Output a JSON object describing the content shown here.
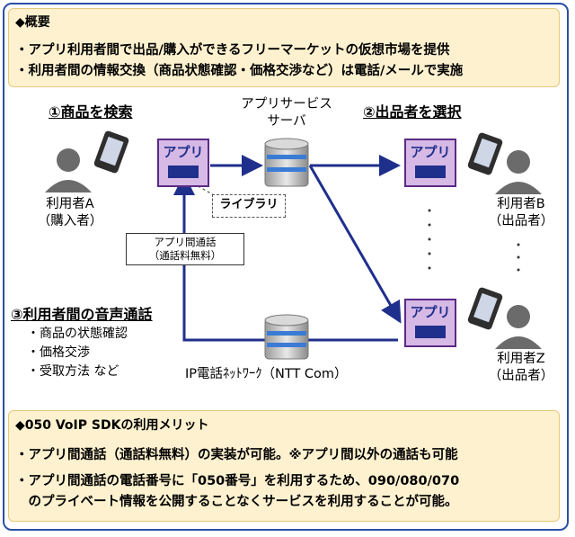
{
  "overview": {
    "title": "◆概要",
    "lines": [
      "・アプリ利用者間で出品/購入ができるフリーマーケットの仮想市場を提供",
      "・利用者間の情報交換（商品状態確認・価格交渉など）は電話/メールで実施"
    ]
  },
  "diagram": {
    "step1": "①商品を検索",
    "step2": "②出品者を選択",
    "step3": "③利用者間の音声通話",
    "server_label": [
      "アプリサービス",
      "サーバ"
    ],
    "app_label": "アプリ",
    "library_label": "ライブラリ",
    "call_note": [
      "アプリ間通話",
      "（通話料無料）"
    ],
    "userA": [
      "利用者A",
      "（購入者）"
    ],
    "userB": [
      "利用者B",
      "（出品者）"
    ],
    "userZ": [
      "利用者Z",
      "（出品者）"
    ],
    "ip_network": "IP電話ﾈｯﾄﾜｰｸ（NTT Com）",
    "voice_items": [
      "・商品の状態確認",
      "・価格交渉",
      "・受取方法 など"
    ]
  },
  "merits": {
    "title": "◆050 VoIP SDKの利用メリット",
    "lines": [
      "・アプリ間通話（通話料無料）の実装が可能。※アプリ間以外の通話も可能",
      "・アプリ間通話の電話番号に「050番号」を利用するため、090/080/070",
      "　のプライベート情報を公開することなくサービスを利用することが可能。"
    ]
  },
  "colors": {
    "accent": "#1f2f8c",
    "frame": "#2b4fa2",
    "panel": "#fdf1cf",
    "app_box": "#d7b9e6"
  }
}
